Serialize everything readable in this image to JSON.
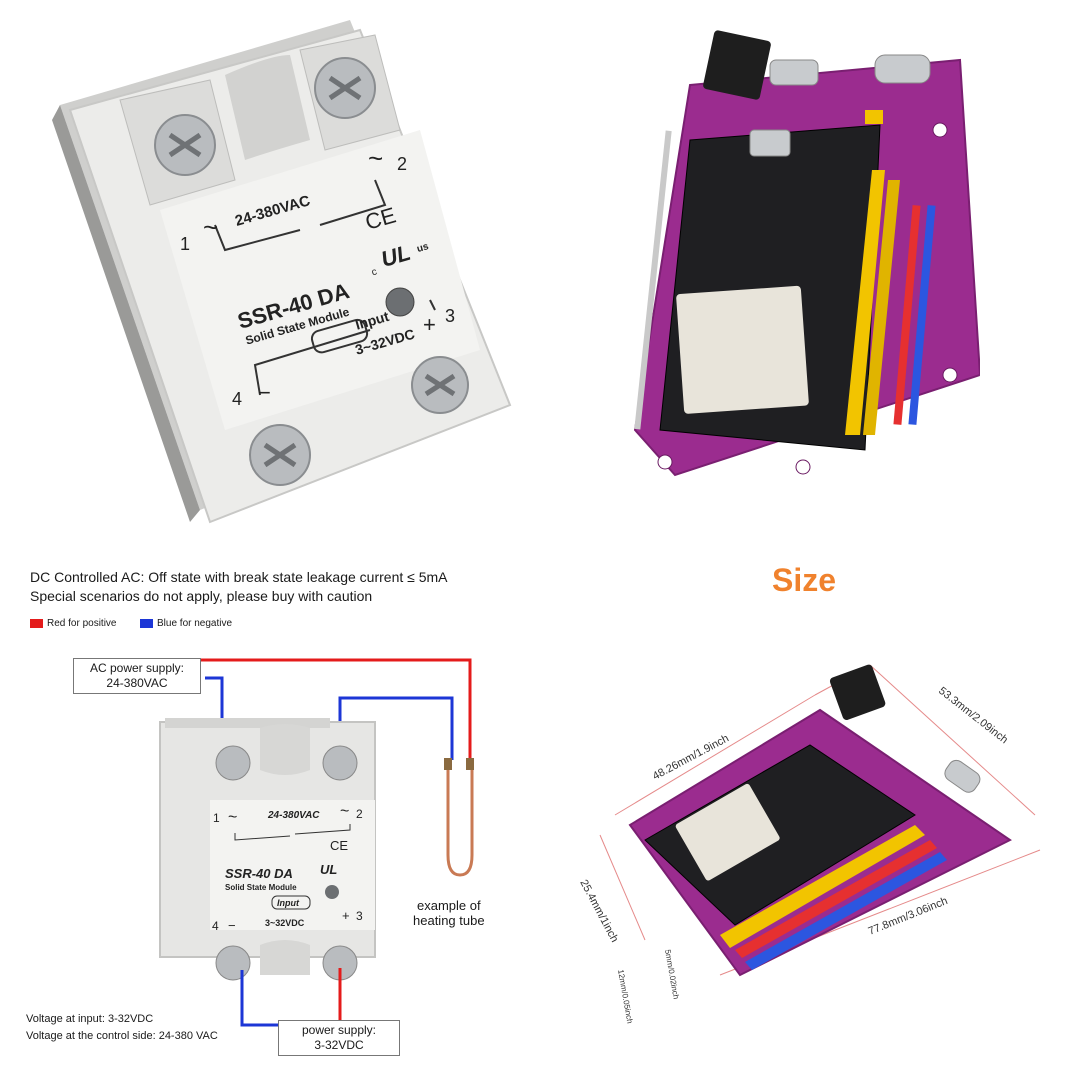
{
  "colors": {
    "accent": "#f0822d",
    "positive": "#e41b1b",
    "negative": "#1c36d6",
    "pcb": "#9b2c8f",
    "relay_body": "#e8e8e6"
  },
  "relay_photo": {
    "model": "SSR-40 DA",
    "subtitle": "Solid State Module",
    "ac_rating": "24-380VAC",
    "dc_rating": "3~32VDC",
    "input_label": "Input",
    "ce_mark": "CE",
    "ul_mark": "UL",
    "ul_c": "c",
    "ul_us": "us",
    "terminal_1": "1",
    "terminal_2": "2",
    "terminal_3": "3",
    "terminal_4": "4",
    "plus": "+",
    "minus": "−",
    "tilde": "~"
  },
  "wiring": {
    "caption_line1": "DC Controlled AC: Off state with break state leakage current ≤ 5mA",
    "caption_line2": "Special scenarios do not apply, please buy with caution",
    "legend_red": "Red for positive",
    "legend_blue": "Blue for negative",
    "ac_supply_line1": "AC power supply:",
    "ac_supply_line2": "24-380VAC",
    "heating_line1": "example of",
    "heating_line2": "heating tube",
    "dc_supply_line1": "power supply:",
    "dc_supply_line2": "3-32VDC",
    "voltage_input": "Voltage at input: 3-32VDC",
    "voltage_control": "Voltage at the control side: 24-380 VAC"
  },
  "size_section": {
    "title": "Size",
    "dim_top": "48.26mm/1.9inch",
    "dim_right": "53.3mm/2.09inch",
    "dim_left": "25.4mm/1inch",
    "dim_bottom": "77.8mm/3.06inch",
    "dim_small1": "5mm/0.02inch",
    "dim_small2": "12mm/0.05inch"
  }
}
